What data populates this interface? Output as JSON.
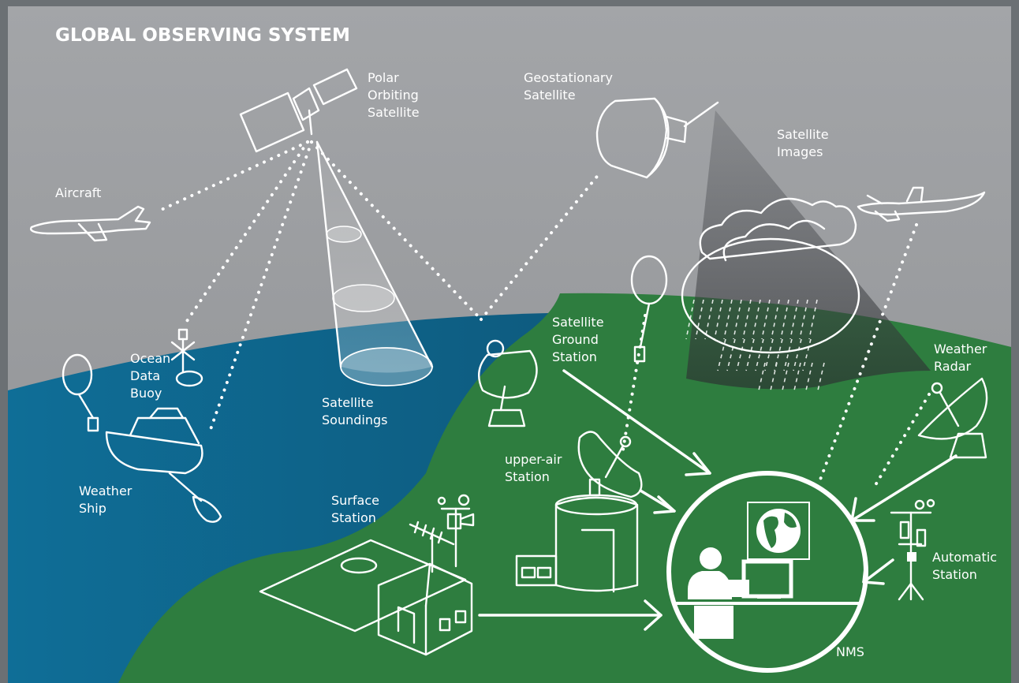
{
  "title": "GLOBAL OBSERVING SYSTEM",
  "labels": {
    "polar_satellite": [
      "Polar",
      "Orbiting",
      "Satellite"
    ],
    "geo_satellite": [
      "Geostationary",
      "Satellite"
    ],
    "satellite_images": [
      "Satellite",
      "Images"
    ],
    "aircraft": "Aircraft",
    "ocean_buoy": [
      "Ocean",
      "Data",
      "Buoy"
    ],
    "satellite_soundings": [
      "Satellite",
      "Soundings"
    ],
    "ground_station": [
      "Satellite",
      "Ground",
      "Station"
    ],
    "weather_radar": [
      "Weather",
      "Radar"
    ],
    "weather_ship": [
      "Weather",
      "Ship"
    ],
    "upper_air": [
      "upper-air",
      "Station"
    ],
    "surface_station": [
      "Surface",
      "Station"
    ],
    "automatic_station": [
      "Automatic",
      "Station"
    ],
    "nms": "NMS"
  },
  "colors": {
    "sky": "#9a9c9f",
    "ocean": "#0f5c7e",
    "land": "#2e7d3f",
    "outline": "#ffffff"
  }
}
